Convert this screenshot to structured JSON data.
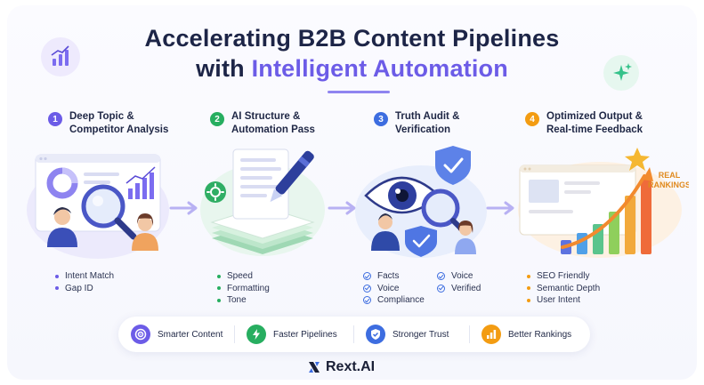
{
  "title": {
    "line1": "Accelerating B2B Content Pipelines",
    "line2_prefix": "with ",
    "line2_highlight": "Intelligent Automation"
  },
  "steps": [
    {
      "number": "1",
      "title_line1": "Deep Topic &",
      "title_line2": "Competitor Analysis",
      "color": "#6c5ce7",
      "icon": "magnifier-analysis-illustration",
      "bullets": [
        "Intent Match",
        "Gap ID"
      ]
    },
    {
      "number": "2",
      "title_line1": "AI Structure &",
      "title_line2": "Automation Pass",
      "color": "#27ae60",
      "icon": "document-pen-illustration",
      "bullets": [
        "Speed",
        "Formatting",
        "Tone"
      ]
    },
    {
      "number": "3",
      "title_line1": "Truth Audit &",
      "title_line2": "Verification",
      "color": "#3d6de0",
      "icon": "eye-shield-illustration",
      "bullets_col1": [
        "Facts",
        "Voice",
        "Compliance"
      ],
      "bullets_col2": [
        "Voice",
        "Verified"
      ]
    },
    {
      "number": "4",
      "title_line1": "Optimized Output &",
      "title_line2": "Real-time Feedback",
      "color": "#f39c12",
      "icon": "growth-chart-illustration",
      "badge_line1": "REAL",
      "badge_line2": "RANKINGS",
      "bullets": [
        "SEO Friendly",
        "Semantic Depth",
        "User Intent"
      ]
    }
  ],
  "outcomes": [
    {
      "label": "Smarter Content",
      "icon": "target-icon",
      "color": "#6c5ce7"
    },
    {
      "label": "Faster Pipelines",
      "icon": "lightning-icon",
      "color": "#27ae60"
    },
    {
      "label": "Stronger Trust",
      "icon": "shield-check-icon",
      "color": "#3d6de0"
    },
    {
      "label": "Better Rankings",
      "icon": "bar-chart-icon",
      "color": "#f39c12"
    }
  ],
  "brand": {
    "name": "Rext.AI",
    "icon": "rext-logo-icon"
  }
}
